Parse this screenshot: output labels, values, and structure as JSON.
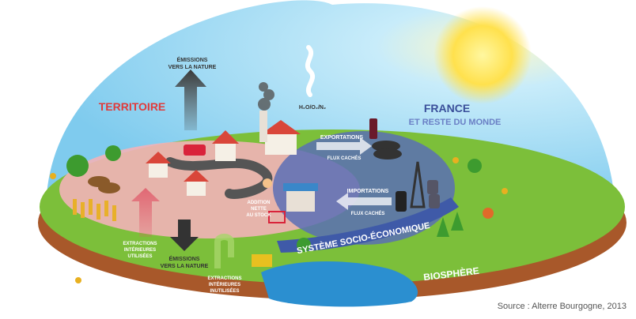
{
  "labels": {
    "emissions_top": [
      "ÉMISSIONS",
      "VERS LA NATURE"
    ],
    "territoire": "TERRITOIRE",
    "france": "FRANCE",
    "reste_du_monde": "ET RESTE DU MONDE",
    "gases": "H₂O/O₂/N₂",
    "exportations": "EXPORTATIONS",
    "flux_caches_top": "FLUX CACHÉS",
    "importations": "IMPORTATIONS",
    "flux_caches_bottom": "FLUX CACHÉS",
    "addition_stock": [
      "ADDITION",
      "NETTE",
      "AU STOCK"
    ],
    "extractions_utilisees": [
      "EXTRACTIONS",
      "INTÉRIEURES",
      "UTILISÉES"
    ],
    "emissions_bottom": [
      "ÉMISSIONS",
      "VERS LA NATURE"
    ],
    "extractions_inutilisees": [
      "EXTRACTIONS",
      "INTÉRIEURES",
      "INUTILISÉES"
    ],
    "systeme": "SYSTÈME SOCIO-ÉCONOMIQUE",
    "biosphere": "BIOSPHÈRE"
  },
  "source": "Source : Alterre Bourgogne, 2013",
  "colors": {
    "sky": "#8fd3f0",
    "sun": "#ffe14d",
    "grass": "#7cbf3a",
    "territoire_zone": "#f2b3b8",
    "world_zone": "#5a6fb5",
    "water": "#2b8fd0",
    "territoire_text": "#e03a3a",
    "france_text": "#3a4f9a",
    "reste_text": "#6a7fc5"
  }
}
